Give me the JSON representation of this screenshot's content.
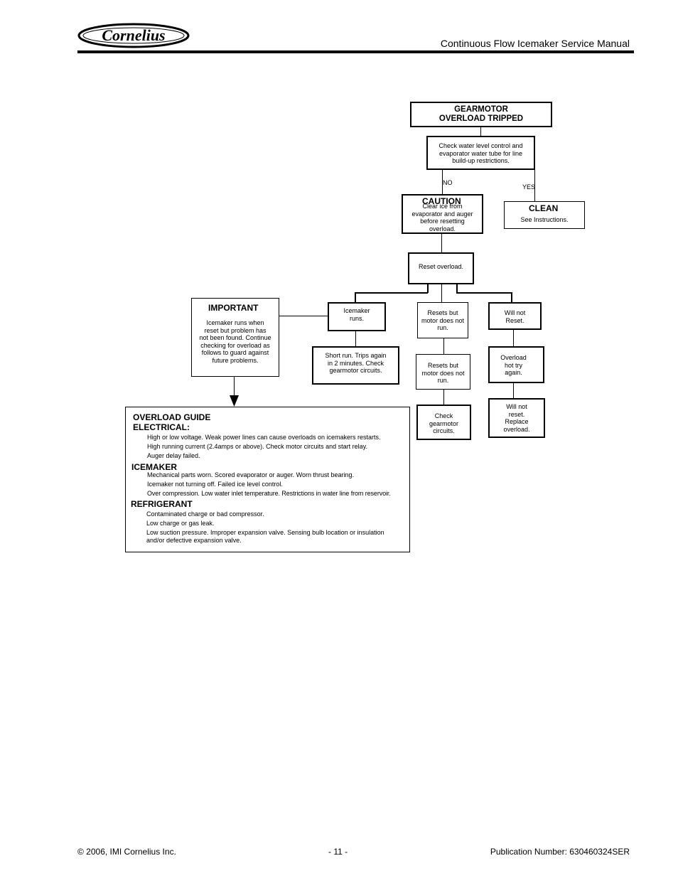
{
  "header": {
    "logo_text": "Cornelius",
    "title": "Continuous Flow Icemaker Service Manual"
  },
  "flow": {
    "start": {
      "line1": "GEARMOTOR",
      "line2": "OVERLOAD TRIPPED"
    },
    "check": "Check water level control and evaporator water tube for line build-up restrictions.",
    "no_label": "NO",
    "yes_label": "YES",
    "caution": {
      "title": "CAUTION",
      "text": "Clear ice from evaporator and auger before resetting overload."
    },
    "clean": {
      "title": "CLEAN",
      "text": "See Instructions."
    },
    "reset": "Reset overload.",
    "important": {
      "title": "IMPORTANT",
      "text": "Icemaker runs when reset but problem has not been found. Continue checking for overload as follows to guard against future problems."
    },
    "icemaker_runs": "Icemaker runs.",
    "short_run": "Short run. Trips again in 2 minutes. Check gearmotor circuits.",
    "resets_motor_1": "Resets but motor does not run.",
    "resets_motor_2": "Resets but motor does not run.",
    "check_gearmotor": "Check gearmotor circuits.",
    "will_not_reset": "Will not Reset.",
    "overload_hot": "Overload hot try again.",
    "will_not_reset_replace": "Will not reset. Replace overload."
  },
  "guide": {
    "title": "OVERLOAD GUIDE",
    "electrical": {
      "heading": "ELECTRICAL:",
      "items": [
        "High or low voltage. Weak power lines can cause overloads on icemakers restarts.",
        "High running current (2.4amps or above). Check motor circuits and start relay.",
        "Auger delay failed."
      ]
    },
    "icemaker": {
      "heading": "ICEMAKER",
      "items": [
        "Mechanical parts worn. Scored evaporator or auger. Worn thrust bearing.",
        "Icemaker not turning off. Failed ice level control.",
        "Over compression. Low water inlet temperature. Restrictions in water line from reservoir."
      ]
    },
    "refrigerant": {
      "heading": "REFRIGERANT",
      "items": [
        "Contaminated charge or bad compressor.",
        "Low charge or gas leak.",
        "Low suction pressure. Improper expansion valve.  Sensing bulb location or insulation and/or defective expansion valve."
      ]
    }
  },
  "footer": {
    "copyright": "© 2006, IMI Cornelius Inc.",
    "page": "- 11 -",
    "publication": "Publication Number: 630460324SER"
  }
}
